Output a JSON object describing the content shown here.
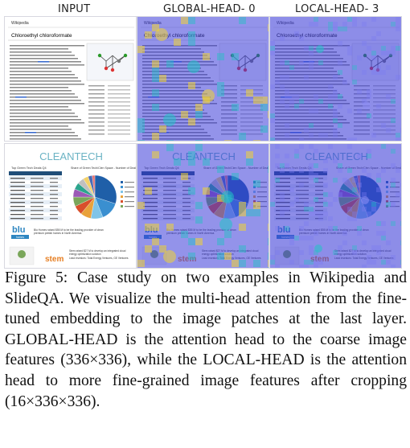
{
  "figure": {
    "column_headers": [
      "INPUT",
      "GLOBAL-HEAD- 0",
      "LOCAL-HEAD- 3"
    ],
    "panels": {
      "wiki": {
        "site_name": "Wikipedia",
        "title": "Chloroethyl chloroformate",
        "sections": [
          "Properties",
          "Applications",
          "Safety"
        ]
      },
      "slide": {
        "title": "CLEANTECH",
        "table_title": "Top Green Tech Deals Q4",
        "pie_title": "Share of Green Tech/Clen Space - Number of Deals",
        "blu_logo": "blu",
        "blu_sub": "homes",
        "blu_text": "Blu Homes raised $55 M to be the leading provider of clean premium prefab homes in North America.",
        "stem_logo": "stem",
        "stem_text": "Stem raised $27 M to develop an integrated cloud energy optimization solution",
        "stem_investors": "Lead investors: Total Energy Ventures, GE Ventures"
      },
      "heat_colors": {
        "low": "#3b3bd8",
        "mid": "#21c4c4",
        "high": "#f1d433",
        "peak": "#f05a28"
      }
    },
    "caption": {
      "label": "Figure 5:",
      "text": "Case study on two examples in Wikipedia and SlideQA. We visualize the multi-head attention from the fine-tuned embedding to the image patches at the last layer. GLOBAL-HEAD is the attention head to the coarse image features (336×336), while the LOCAL-HEAD is the attention head to more fine-grained image features after cropping (16×336×336)."
    }
  }
}
